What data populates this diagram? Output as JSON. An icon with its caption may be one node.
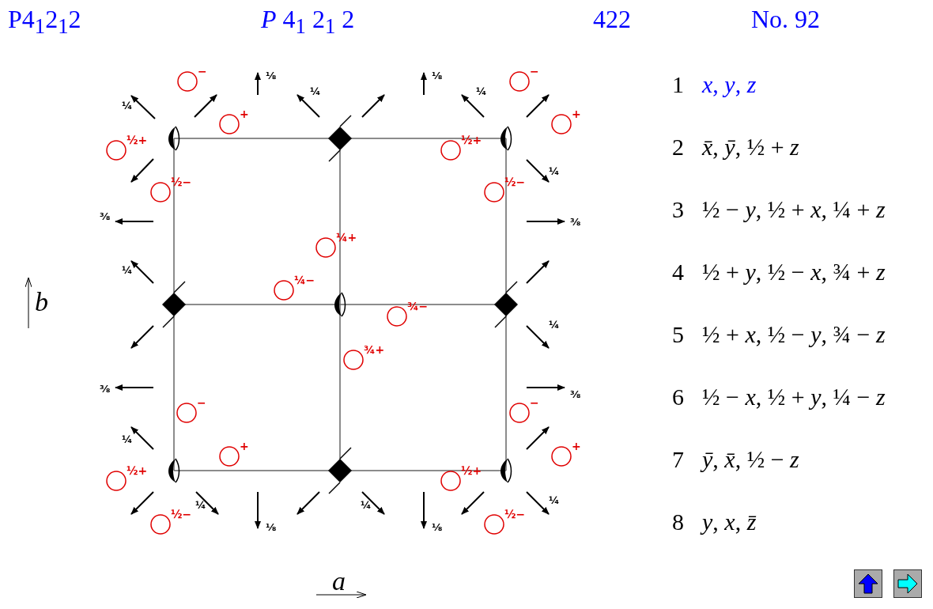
{
  "diagram": {
    "labels": [
      "P4$_{1}$2$_{1}$2",
      "*P* 4$_{1}$ 2$_{1}$ 2",
      "422",
      "No. 92",
      "−",
      "⅛",
      "⅛",
      "−",
      "¼",
      "¼",
      "¼",
      "+",
      "+",
      "½+",
      "½+",
      "¼",
      "½−",
      "½−",
      "⅜",
      "⅜",
      "¼+",
      "¼",
      "¼−",
      "¾−",
      "¼",
      "¾+",
      "⅜",
      "⅜",
      "−",
      "−",
      "¼",
      "+",
      "+",
      "½+",
      "½+",
      "¼",
      "¼",
      "¼",
      "½−",
      "½−",
      "⅛",
      "⅛",
      "*b*",
      "*a*",
      "1",
      "*x*, *y*, *z*",
      "2",
      "*x̄*, *ȳ*, ½ + *z*",
      "3",
      "½ − *y*, ½ + *x*, ¼ + *z*",
      "4",
      "½ + *y*, ½ − *x*, ¾ + *z*",
      "5",
      "½ + *x*, ½ − *y*, ¾ − *z*",
      "6",
      "½ − *x*, ½ + *y*, ¼ − *z*",
      "7",
      "*ȳ*, *x̄*, ½ − *z*",
      "8",
      "*y*, *x*, *z̄*"
    ]
  }
}
